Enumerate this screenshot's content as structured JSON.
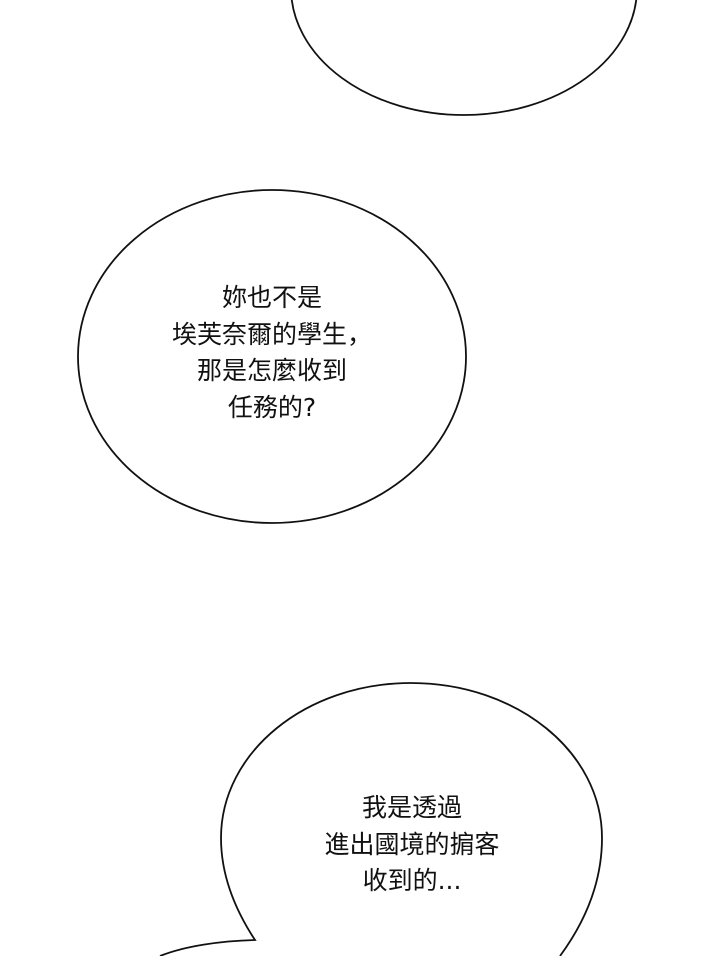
{
  "panel": {
    "background": "#ffffff",
    "stroke": "#111111"
  },
  "bubbles": [
    {
      "id": "top",
      "lines": []
    },
    {
      "id": "middle",
      "lines": [
        "妳也不是",
        "埃芙奈爾的學生，",
        "那是怎麼收到",
        "任務的?"
      ]
    },
    {
      "id": "bottom",
      "lines": [
        "我是透過",
        "進出國境的掮客",
        "收到的..."
      ]
    }
  ]
}
